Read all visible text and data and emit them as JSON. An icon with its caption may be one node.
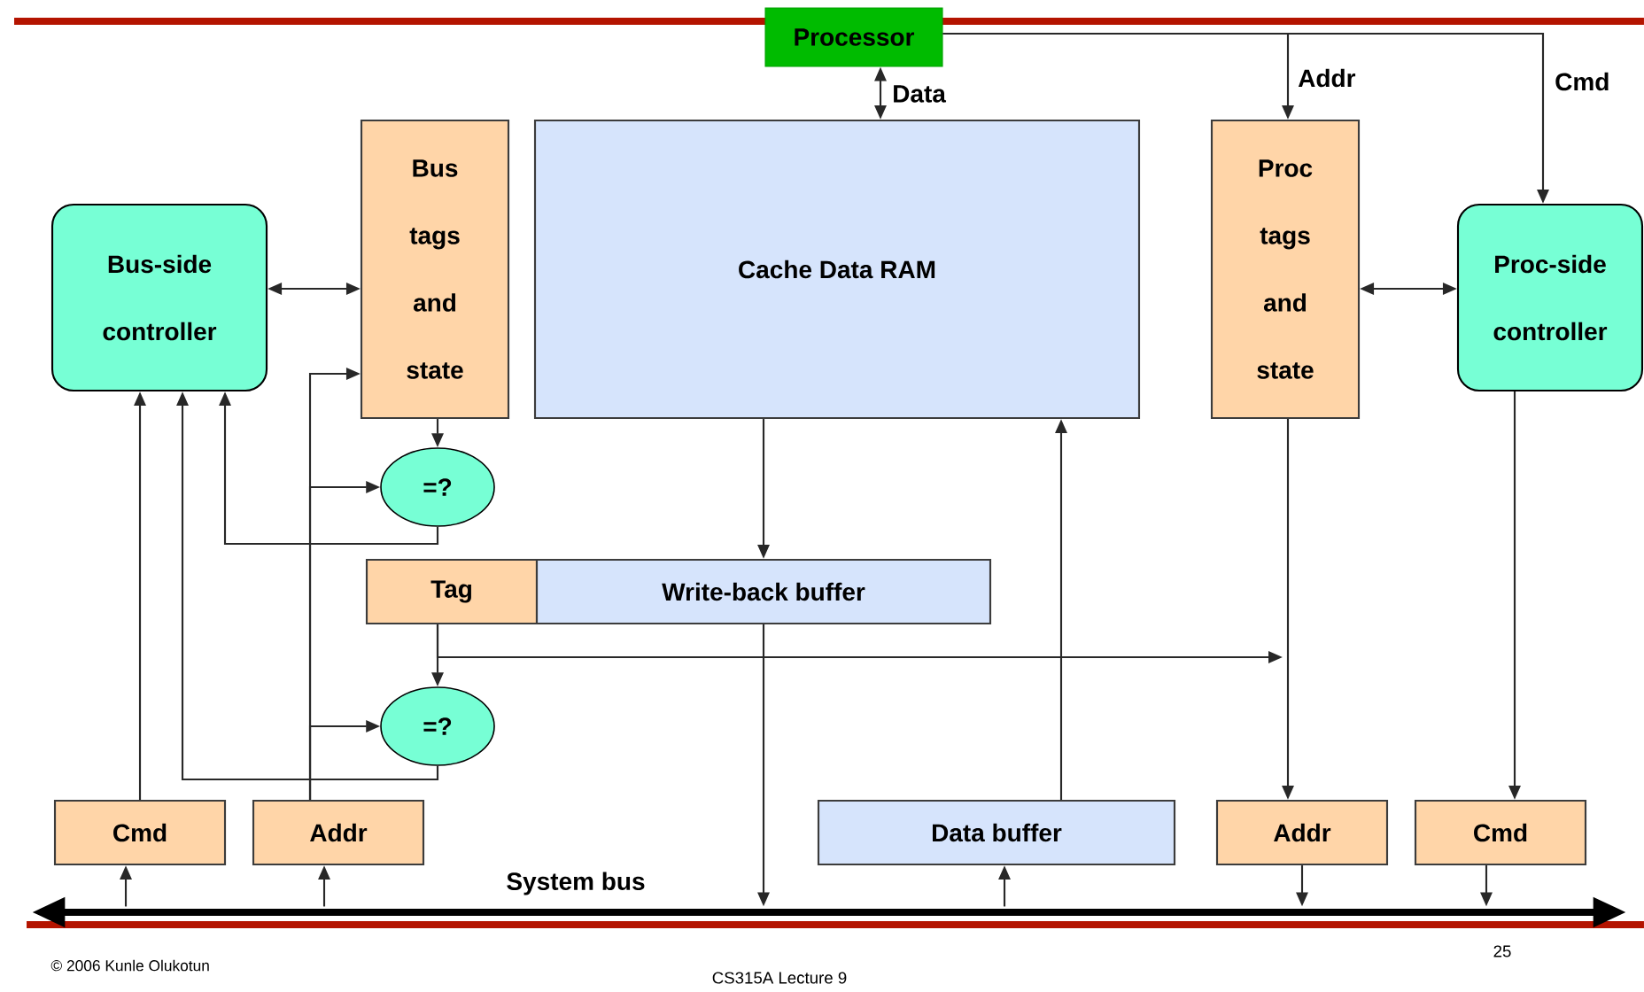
{
  "diagram": {
    "nodes": [
      {
        "text": [
          "Processor"
        ]
      },
      {
        "text": [
          "Bus-side controller"
        ]
      },
      {
        "text": [
          "Bus tags and state"
        ]
      },
      {
        "text": [
          "Cache Data RAM"
        ]
      },
      {
        "text": [
          "Proc tags and state"
        ]
      },
      {
        "text": [
          "Proc-side controller"
        ]
      },
      {
        "text": [
          "=?"
        ]
      },
      {
        "text": [
          "Tag"
        ]
      },
      {
        "text": [
          "Write-back buffer"
        ]
      },
      {
        "text": [
          "=?"
        ]
      },
      {
        "text": [
          "Cmd"
        ]
      },
      {
        "text": [
          "Addr"
        ]
      },
      {
        "text": [
          "Data buffer"
        ]
      },
      {
        "text": [
          "Addr"
        ]
      },
      {
        "text": [
          "Cmd"
        ]
      },
      {
        "text": [],
        "shape": "bar",
        "beside": [
          "System bus"
        ]
      }
    ],
    "edges": [
      {
        "from": 0,
        "to": 3,
        "arrow": "both",
        "label": "Data"
      },
      {
        "from": 0,
        "to": 4,
        "arrow": "to",
        "label": "Addr"
      },
      {
        "from": 0,
        "to": 5,
        "arrow": "to",
        "label": "Cmd"
      },
      {
        "from": 1,
        "to": 2,
        "arrow": "both"
      },
      {
        "from": 4,
        "to": 5,
        "arrow": "both"
      },
      {
        "from": 2,
        "to": 6,
        "arrow": "to"
      },
      {
        "from": 11,
        "to": 2,
        "arrow": "to"
      },
      {
        "from": 11,
        "to": 6,
        "arrow": "to"
      },
      {
        "from": 11,
        "to": 9,
        "arrow": "to"
      },
      {
        "from": 6,
        "to": 1,
        "arrow": "to"
      },
      {
        "from": 9,
        "to": 1,
        "arrow": "to"
      },
      {
        "from": 10,
        "to": 1,
        "arrow": "to"
      },
      {
        "from": 3,
        "to": 8,
        "arrow": "to"
      },
      {
        "from": 8,
        "to": 15,
        "arrow": "to"
      },
      {
        "from": 7,
        "to": 9,
        "arrow": "to"
      },
      {
        "from": 7,
        "to": null,
        "arrow": "to"
      },
      {
        "from": 4,
        "to": 13,
        "arrow": "to"
      },
      {
        "from": 5,
        "to": 14,
        "arrow": "to"
      },
      {
        "from": 12,
        "to": 3,
        "arrow": "to"
      },
      {
        "from": 15,
        "to": 12,
        "arrow": "to"
      },
      {
        "from": 15,
        "to": 10,
        "arrow": "to"
      },
      {
        "from": 15,
        "to": 11,
        "arrow": "to"
      },
      {
        "from": 13,
        "to": 15,
        "arrow": "to"
      },
      {
        "from": 14,
        "to": 15,
        "arrow": "to"
      }
    ],
    "labels": [
      "© 2006 Kunle Olukotun",
      "CS315A Lecture 9",
      "25"
    ]
  }
}
